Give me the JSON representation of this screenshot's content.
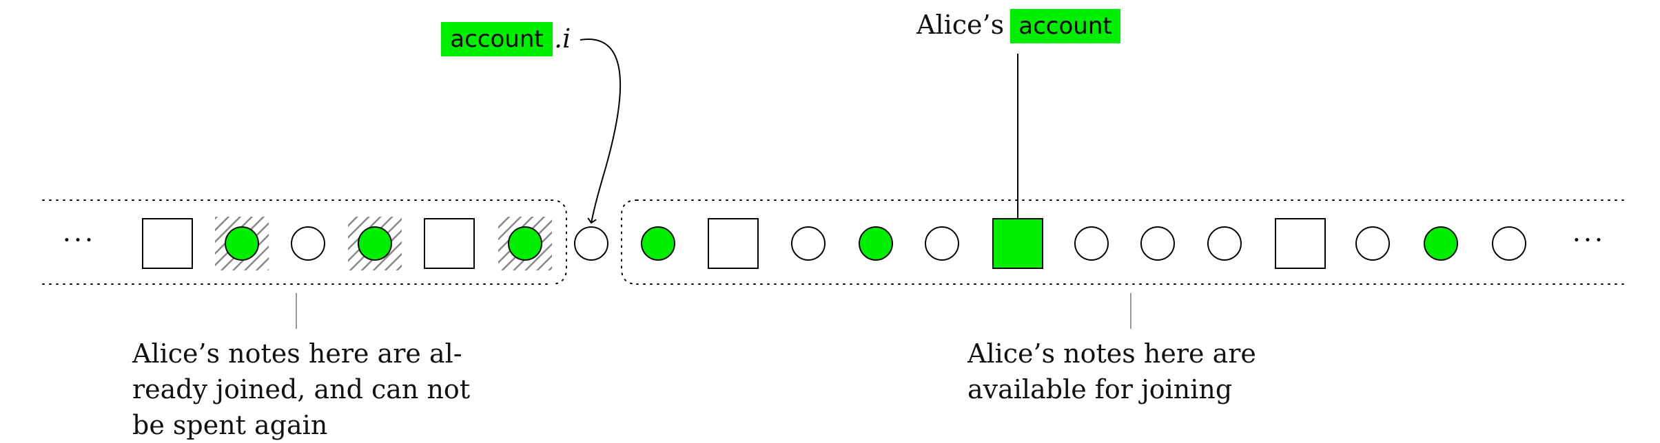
{
  "colors": {
    "accent": "#00ee00",
    "stroke": "#000000",
    "hatch": "#888888",
    "divider": "#999999"
  },
  "ellipsis": "···",
  "labels": {
    "index_highlight": "account",
    "index_suffix": ".i",
    "alice_prefix": "Alice’s",
    "alice_highlight": "account"
  },
  "notes": {
    "joined": [
      "Alice’s notes here are al-",
      "ready joined, and can not",
      "be spent again"
    ],
    "available": [
      "Alice’s notes here are",
      "available for joining"
    ]
  },
  "notes_sequence": [
    {
      "shape": "square",
      "fill": "white",
      "hatched": false
    },
    {
      "shape": "circle",
      "fill": "green",
      "hatched": true
    },
    {
      "shape": "circle",
      "fill": "white",
      "hatched": false
    },
    {
      "shape": "circle",
      "fill": "green",
      "hatched": true
    },
    {
      "shape": "square",
      "fill": "white",
      "hatched": false
    },
    {
      "shape": "circle",
      "fill": "green",
      "hatched": true
    },
    {
      "shape": "circle",
      "fill": "white",
      "hatched": false
    },
    {
      "shape": "circle",
      "fill": "green",
      "hatched": false
    },
    {
      "shape": "square",
      "fill": "white",
      "hatched": false
    },
    {
      "shape": "circle",
      "fill": "white",
      "hatched": false
    },
    {
      "shape": "circle",
      "fill": "green",
      "hatched": false
    },
    {
      "shape": "circle",
      "fill": "white",
      "hatched": false
    },
    {
      "shape": "square",
      "fill": "green",
      "hatched": false
    },
    {
      "shape": "circle",
      "fill": "white",
      "hatched": false
    },
    {
      "shape": "circle",
      "fill": "white",
      "hatched": false
    },
    {
      "shape": "circle",
      "fill": "white",
      "hatched": false
    },
    {
      "shape": "square",
      "fill": "white",
      "hatched": false
    },
    {
      "shape": "circle",
      "fill": "white",
      "hatched": false
    },
    {
      "shape": "circle",
      "fill": "green",
      "hatched": false
    },
    {
      "shape": "circle",
      "fill": "white",
      "hatched": false
    }
  ]
}
